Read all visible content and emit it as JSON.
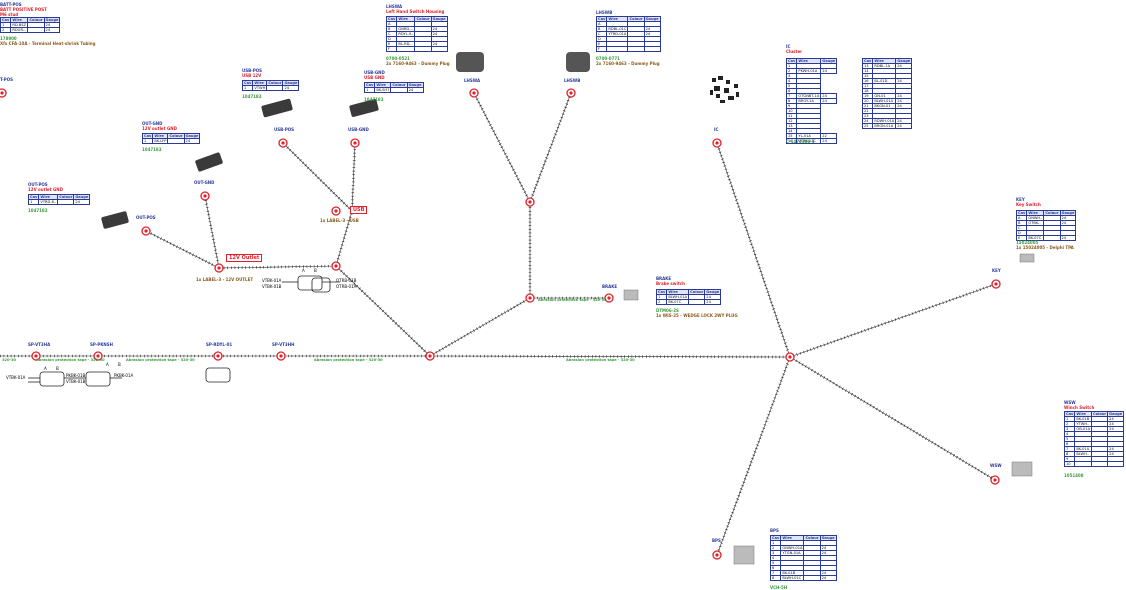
{
  "colors": {
    "accent": "#e0202a",
    "title_blue": "#2a3a9a",
    "part_green": "#3a9a3a",
    "bundle": "#222222"
  },
  "tags": {
    "usb": "USB",
    "outlet": "12V Outlet"
  },
  "labels": {
    "usb_label_part": "1x LABEL-3 - USB",
    "outlet_label_part": "1x LABEL-3 - 12V OUTLET",
    "brake_part": "1x WIS-25 - WEDGE LOCK 2WY PLUG",
    "key_part": "1x 15024005 - Delphi TPA",
    "lhsw_part": "2x 7160-9463 - Dummy Plug",
    "lhswb_part": "2x 7160-9463 - Dummy Plug"
  },
  "connectors": {
    "bat_pos": {
      "id": "BATT-POS",
      "desc": "BATT POSITIVE POST",
      "sub": "M6 stud",
      "part": "178900",
      "pin": "T-POS"
    },
    "batt_tubing": {
      "text": "Xfx CFA-10A - Terminal Heat-shrink Tubing"
    },
    "lhswa": {
      "id": "LHSWA",
      "desc": "Left Hand Switch Housing",
      "part": "0700-0521",
      "pin": "LHSWA"
    },
    "lhswb": {
      "id": "LHSWB",
      "desc": "",
      "part": "0700-0771",
      "pin": "LHSWB"
    },
    "usb_pos": {
      "id": "USB-POS",
      "desc": "USB 12V",
      "part": "1047183",
      "pin": "USB-POS"
    },
    "usb_gnd": {
      "id": "USB-GND",
      "desc": "USB GND",
      "part": "1047183",
      "pin": "USB-GND"
    },
    "out_gnd": {
      "id": "OUT-GND",
      "desc": "12V outlet GND",
      "part": "1047183",
      "pin": "OUT-GND"
    },
    "out_pos": {
      "id": "OUT-POS",
      "desc": "12V outlet GND",
      "part": "1047183",
      "pin": "OUT-POS"
    },
    "ic": {
      "id": "IC",
      "desc": "Cluster",
      "part": "C-1473386-1",
      "pin": "IC"
    },
    "key": {
      "id": "KEY",
      "desc": "Key Switch",
      "part": "15024005",
      "pin": "KEY"
    },
    "brake": {
      "id": "BRAKE",
      "desc": "Brake switch",
      "part": "DTM06-2S",
      "pin": "BRAKE"
    },
    "wsw": {
      "id": "WSW",
      "desc": "Winch Switch",
      "part": "1051408",
      "pin": "WSW"
    },
    "bps": {
      "id": "BPS",
      "desc": "",
      "part": "VCH-5H",
      "pin": "BPS"
    },
    "splices": [
      "SP-VT3HA",
      "SP-PKNSH",
      "SP-RDYL-01",
      "SP-VT3HH"
    ]
  },
  "table_headers": [
    "Cav",
    "Wire",
    "Colour",
    "Gauge"
  ],
  "tables": {
    "bat": [
      [
        "1",
        "RD-BSZ",
        "",
        "24"
      ],
      [
        "2",
        "RDGR-..",
        "",
        "24"
      ]
    ],
    "lhswa": [
      [
        "A",
        "",
        "",
        ""
      ],
      [
        "B",
        "GNRD-..",
        "",
        "24"
      ],
      [
        "C",
        "RDYL-0..",
        "",
        "24"
      ],
      [
        "D",
        "",
        "",
        ""
      ],
      [
        "E",
        "BL-RD..",
        "",
        "24"
      ],
      [
        "F",
        "",
        "",
        ""
      ]
    ],
    "lhswb": [
      [
        "A",
        "",
        "",
        ""
      ],
      [
        "B",
        "RDBL-01C",
        "",
        "24"
      ],
      [
        "C",
        "YTRD-01A",
        "",
        "24"
      ],
      [
        "D",
        "",
        "",
        ""
      ],
      [
        "E",
        "",
        "",
        ""
      ],
      [
        "F",
        "",
        "",
        ""
      ]
    ],
    "usb_pos": [
      [
        "1",
        "VTWH",
        "",
        "24"
      ]
    ],
    "usb_gnd": [
      [
        "1",
        "BK-SH7",
        "",
        "24"
      ]
    ],
    "out_gnd": [
      [
        "1",
        "BK-LFP",
        "",
        "24"
      ]
    ],
    "out_pos": [
      [
        "1",
        "VTRD-6..",
        "",
        "24"
      ]
    ],
    "ic_left": [
      [
        "1",
        "",
        ""
      ],
      [
        "2",
        "PKWH-01A",
        "24"
      ],
      [
        "3",
        ""
      ],
      [
        "4",
        ""
      ],
      [
        "5",
        ""
      ],
      [
        "6",
        ""
      ],
      [
        "7",
        "OTGNBT-1A",
        "24"
      ],
      [
        "8",
        "BRGY-1A",
        "24"
      ],
      [
        "9",
        ""
      ],
      [
        "10",
        ""
      ],
      [
        "11",
        ""
      ],
      [
        "12",
        ""
      ],
      [
        "13",
        ""
      ],
      [
        "14",
        ""
      ],
      [
        "15",
        "YL-01A",
        "22"
      ],
      [
        "16",
        "VTBK-01C",
        "24"
      ]
    ],
    "ic_right": [
      [
        "13",
        "RDBL-1A",
        "24"
      ],
      [
        "14",
        "",
        ""
      ],
      [
        "15",
        "",
        ""
      ],
      [
        "16",
        "BL-01D",
        "24"
      ],
      [
        "17",
        "",
        ""
      ],
      [
        "18",
        "",
        ""
      ],
      [
        "19",
        "GN-01",
        "24"
      ],
      [
        "20",
        "BLWH-01A",
        "24"
      ],
      [
        "21",
        "BKGN-01",
        "24"
      ],
      [
        "22",
        "",
        ""
      ],
      [
        "23",
        "",
        ""
      ],
      [
        "24",
        "RDWH-01A",
        "24"
      ],
      [
        "25",
        "BRGN-01A",
        "24"
      ]
    ],
    "key": [
      [
        "A",
        "GNWH..",
        "",
        "24"
      ],
      [
        "B",
        "OTBK..",
        "",
        "24"
      ],
      [
        "C",
        "",
        "",
        ""
      ],
      [
        "D",
        "",
        "",
        ""
      ],
      [
        "E",
        "BK-07C",
        "",
        "24"
      ]
    ],
    "brake": [
      [
        "1",
        "BLWH-01A",
        "",
        "24"
      ],
      [
        "2",
        "BK-07C",
        "",
        "24"
      ]
    ],
    "wsw": [
      [
        "1",
        "BK-01B",
        "",
        "24"
      ],
      [
        "2",
        "YTWH..",
        "",
        "24"
      ],
      [
        "3",
        "OB-01A",
        "",
        "24"
      ],
      [
        "4",
        "",
        "",
        ""
      ],
      [
        "5",
        "",
        "",
        ""
      ],
      [
        "6",
        "",
        "",
        ""
      ],
      [
        "7",
        "BK-01U",
        "",
        "24"
      ],
      [
        "8",
        "BLWH..",
        "",
        "24"
      ],
      [
        "9",
        "",
        "",
        ""
      ],
      [
        "10",
        "",
        "",
        ""
      ]
    ],
    "bps": [
      [
        "1",
        "",
        "",
        ""
      ],
      [
        "2",
        "GNWH-01A",
        "",
        "24"
      ],
      [
        "3",
        "YTGN-01A",
        "",
        "24"
      ],
      [
        "4",
        "",
        "",
        ""
      ],
      [
        "5",
        "",
        "",
        ""
      ],
      [
        "6",
        "",
        "",
        ""
      ],
      [
        "7",
        "BK-01B",
        "",
        "24"
      ],
      [
        "8",
        "BLWH-01C",
        "",
        "24"
      ]
    ]
  },
  "tapes": {
    "abrasion": "Abrasion protection tape - 320-30",
    "abrasion_b": "Abrasion protection tape - 320-50",
    "short": "320-30"
  },
  "splice_parts": {
    "a1": "VTBK-01A",
    "a2": "PKBK-01A",
    "a3": "PKBK-01B",
    "a4": "VTBK-01B",
    "f1": "VTBK-01A",
    "f2": "VTBK-01B",
    "f3": "OTRB-01B",
    "f4": "OTRB-01A"
  },
  "pinlabels": {
    "a": "A",
    "b": "B"
  }
}
